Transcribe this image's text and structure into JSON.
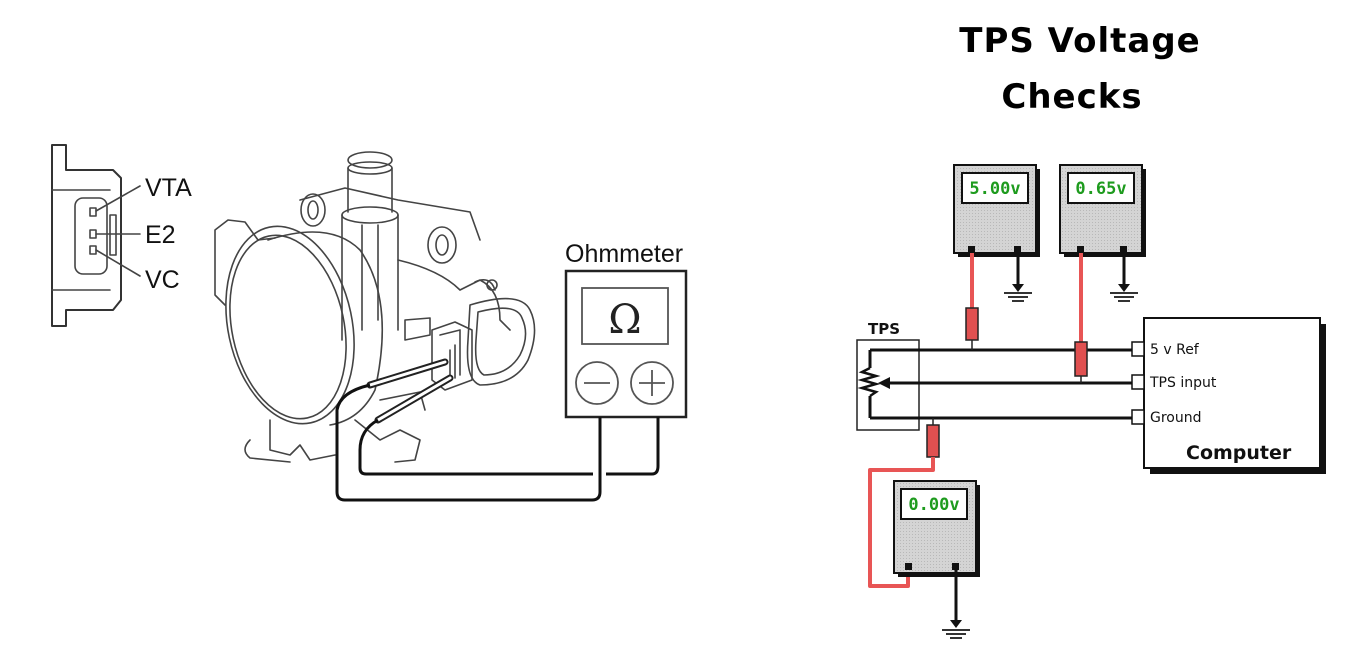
{
  "title": {
    "line1": "TPS Voltage",
    "line2": "Checks"
  },
  "connector": {
    "pins": [
      "VTA",
      "E2",
      "VC"
    ]
  },
  "ohmmeter": {
    "label": "Ohmmeter",
    "symbol": "Ω",
    "minus": "−",
    "plus": "+"
  },
  "circuit": {
    "tps_label": "TPS",
    "computer_label": "Computer",
    "computer_pins": [
      "5 v Ref",
      "TPS input",
      "Ground"
    ],
    "meters": [
      {
        "name": "5v-ref-meter",
        "reading": "5.00v"
      },
      {
        "name": "tps-input-meter",
        "reading": "0.65v"
      },
      {
        "name": "ground-meter",
        "reading": "0.00v"
      }
    ],
    "colors": {
      "probe": "#e05050",
      "display_text": "#1e9b1e",
      "meter_body": "#cfcfcf"
    }
  }
}
